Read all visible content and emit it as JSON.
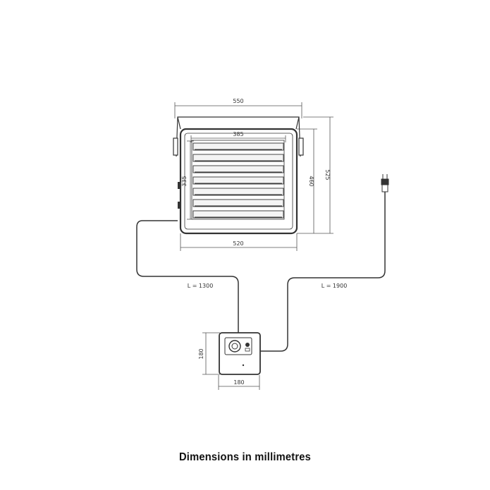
{
  "caption": "Dimensions in millimetres",
  "dimensions": {
    "bracket_width": "550",
    "louver_width": "385",
    "body_width": "520",
    "louver_height": "335",
    "body_height": "460",
    "overall_height": "525",
    "control_height": "180",
    "control_width": "180"
  },
  "cables": {
    "heater_cable": "L = 1300",
    "supply_cable": "L = 1900"
  },
  "colors": {
    "line": "#333333",
    "dim_line": "#555555",
    "background": "#ffffff"
  }
}
